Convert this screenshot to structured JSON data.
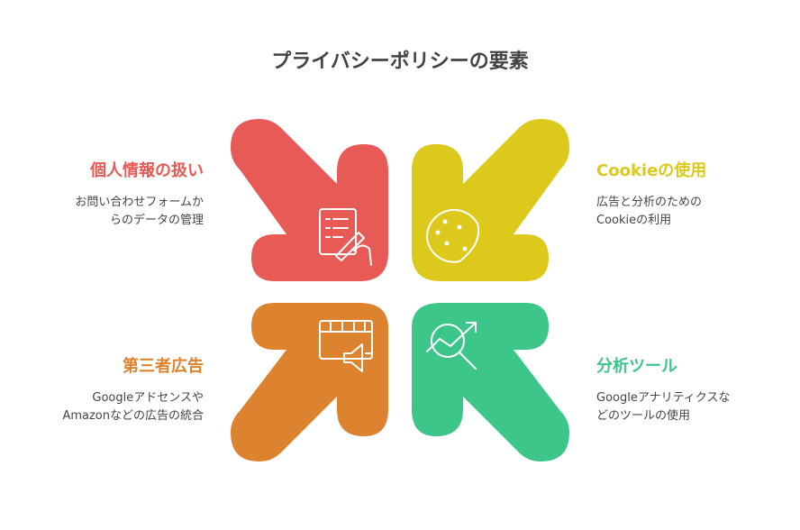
{
  "title": "プライバシーポリシーの要素",
  "colors": {
    "red": "#E85A55",
    "yellow": "#DDC91C",
    "orange": "#DD832F",
    "green": "#3CC68A"
  },
  "items": [
    {
      "title": "個人情報の扱い",
      "desc": "お問い合わせフォームからのデータの管理",
      "desc_lines": [
        "お問い合わせフォームか",
        "らのデータの管理"
      ],
      "icon": "document-pen-icon",
      "color": "#E85A55"
    },
    {
      "title": "Cookieの使用",
      "desc": "広告と分析のためのCookieの利用",
      "desc_lines": [
        "広告と分析のための",
        "Cookieの利用"
      ],
      "icon": "cookie-icon",
      "color": "#DDC91C"
    },
    {
      "title": "第三者広告",
      "desc": "GoogleアドセンスやAmazonなどの広告の統合",
      "desc_lines": [
        "Googleアドセンスや",
        "Amazonなどの広告の統合"
      ],
      "icon": "ad-megaphone-icon",
      "color": "#DD832F"
    },
    {
      "title": "分析ツール",
      "desc": "Googleアナリティクスなどのツールの使用",
      "desc_lines": [
        "Googleアナリティクスな",
        "どのツールの使用"
      ],
      "icon": "analytics-icon",
      "color": "#3CC68A"
    }
  ]
}
